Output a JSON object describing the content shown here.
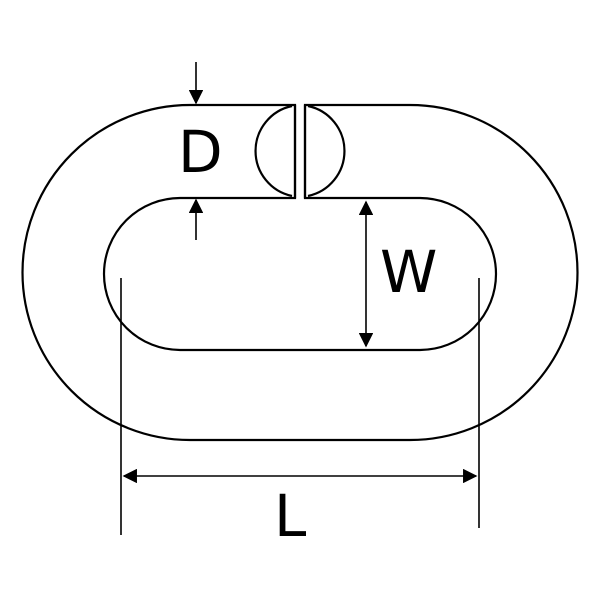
{
  "labels": {
    "diameter": "D",
    "width": "W",
    "length": "L"
  },
  "colors": {
    "link_fill": "#e8e8f8",
    "stroke": "#000000",
    "background": "#ffffff"
  }
}
